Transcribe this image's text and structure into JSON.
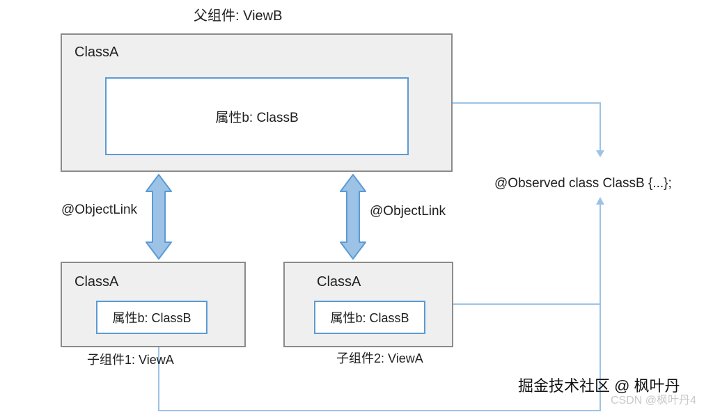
{
  "diagram": {
    "parent_title": "父组件: ViewB",
    "parent_class": "ClassA",
    "parent_property": "属性b: ClassB",
    "child1_class": "ClassA",
    "child1_property": "属性b: ClassB",
    "child1_title": "子组件1: ViewA",
    "child2_class": "ClassA",
    "child2_property": "属性b: ClassB",
    "child2_title": "子组件2: ViewA",
    "link_left": "@ObjectLink",
    "link_right": "@ObjectLink",
    "observed_class": "@Observed class ClassB {...};"
  },
  "watermark": {
    "main": "掘金技术社区 @ 枫叶丹",
    "sub": "CSDN @枫叶丹4"
  },
  "colors": {
    "box_border": "#8b8b8b",
    "box_fill": "#efefef",
    "inner_border": "#5b9bd5",
    "connector": "#9cc3e6",
    "arrow_fill": "#9cc3e6",
    "arrow_stroke": "#5b9bd5"
  }
}
